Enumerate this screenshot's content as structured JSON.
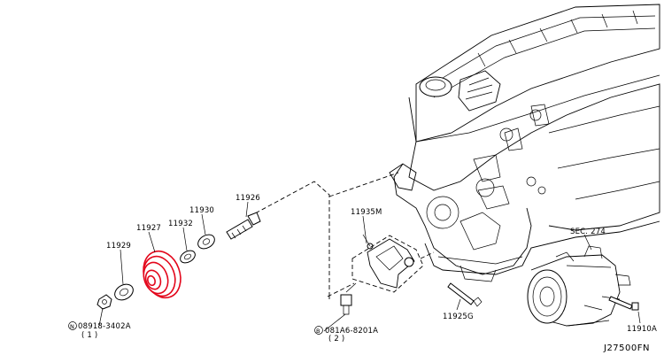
{
  "colors": {
    "highlight": "#e3061b",
    "line": "#000000",
    "background": "#ffffff"
  },
  "highlighted_part": "11927",
  "labels": {
    "p11926": "11926",
    "p11930": "11930",
    "p11932": "11932",
    "p11927": "11927",
    "p11929": "11929",
    "bolt_n": "08918-3402A",
    "bolt_n_qty": "( 1 )",
    "p11935m": "11935M",
    "p11925g": "11925G",
    "bolt_b": "081A6-8201A",
    "bolt_b_qty": "( 2 )",
    "sec": "SEC. 274",
    "p11910a": "11910A",
    "diagram_id": "J27500FN"
  },
  "callout_symbols": {
    "n_marker": "N",
    "b_marker": "B"
  }
}
